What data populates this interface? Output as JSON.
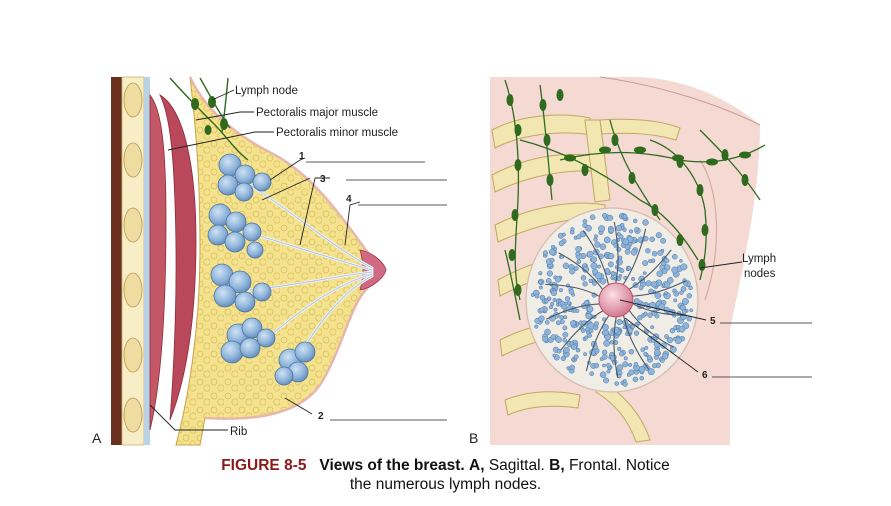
{
  "panel_a": {
    "letter": "A",
    "labels": {
      "lymph_node": "Lymph node",
      "pectoralis_major": "Pectoralis major muscle",
      "pectoralis_minor": "Pectoralis minor muscle",
      "rib": "Rib"
    },
    "numbers": {
      "n1": "1",
      "n2": "2",
      "n3": "3",
      "n4": "4"
    }
  },
  "panel_b": {
    "letter": "B",
    "labels": {
      "lymph_nodes_line1": "Lymph",
      "lymph_nodes_line2": "nodes"
    },
    "numbers": {
      "n5": "5",
      "n6": "6"
    }
  },
  "caption": {
    "figure_number": "FIGURE 8-5",
    "title": "Views of the breast.",
    "a_letter": "A,",
    "a_text": "Sagittal.",
    "b_letter": "B,",
    "b_text": "Frontal. Notice",
    "line2": "the numerous lymph nodes."
  },
  "colors": {
    "muscle": "#b9485a",
    "fat": "#f3e08a",
    "lobule": "#8eb4da",
    "lymph": "#2f6a1f",
    "skin": "#f5dad4",
    "bone": "#f2e6b3",
    "caption_red": "#8b1a1a"
  }
}
